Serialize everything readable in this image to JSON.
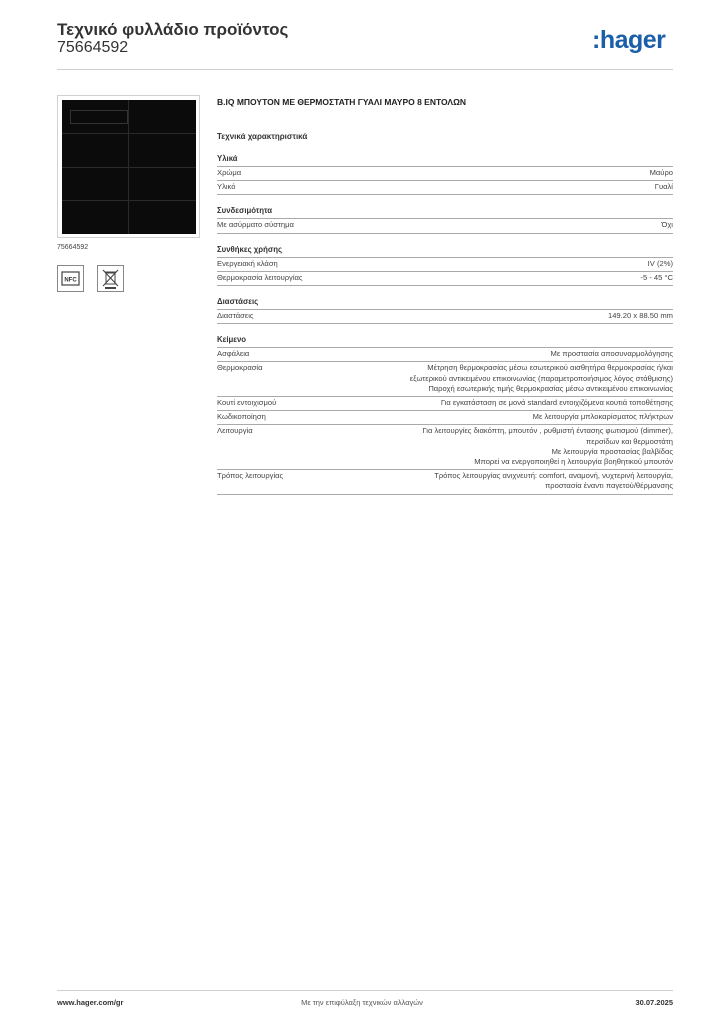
{
  "header": {
    "title": "Τεχνικό φυλλάδιο προϊόντος",
    "product_number": "75664592",
    "logo_text": ":hager",
    "brand_color": "#1b5fa8"
  },
  "product": {
    "code_label": "75664592",
    "name": "B.IQ ΜΠΟΥΤΟΝ ΜΕ ΘΕΡΜΟΣΤΑΤΗ ΓΥΑΛΙ ΜΑΥΡΟ 8 ΕΝΤΟΛΩΝ",
    "icons": [
      "nfc-icon",
      "weee-bin-icon"
    ],
    "nfc_text": "NFC"
  },
  "tech_heading": "Τεχνικά χαρακτηριστικά",
  "sections": [
    {
      "title": "Υλικά",
      "rows": [
        {
          "label": "Χρώμα",
          "value": [
            "Μαύρο"
          ]
        },
        {
          "label": "Υλικό",
          "value": [
            "Γυαλί"
          ]
        }
      ]
    },
    {
      "title": "Συνδεσιμότητα",
      "rows": [
        {
          "label": "Με ασύρματο σύστημα",
          "value": [
            "Όχι"
          ]
        }
      ]
    },
    {
      "title": "Συνθήκες χρήσης",
      "rows": [
        {
          "label": "Ενεργειακή κλάση",
          "value": [
            "IV (2%)"
          ]
        },
        {
          "label": "Θερμοκρασία λειτουργίας",
          "value": [
            "-5 - 45 °C"
          ]
        }
      ]
    },
    {
      "title": "Διαστάσεις",
      "rows": [
        {
          "label": "Διαστάσεις",
          "value": [
            "149.20 x 88.50 mm"
          ]
        }
      ]
    },
    {
      "title": "Κείμενο",
      "rows": [
        {
          "label": "Ασφάλεια",
          "value": [
            "Με προστασία αποσυναρμολόγησης"
          ]
        },
        {
          "label": "Θερμοκρασία",
          "value": [
            "Μέτρηση θερμοκρασίας μέσω εσωτερικού αισθητήρα θερμοκρασίας ή/και",
            "εξωτερικού αντικειμένου επικοινωνίας (παραμετροποιήσιμος λόγος στάθμισης)",
            "Παροχή εσωτερικής τιμής θερμοκρασίας μέσω αντικειμένου επικοινωνίας"
          ]
        },
        {
          "label": "Κουτί εντοιχισμού",
          "value": [
            "Για εγκατάσταση σε μονά standard εντοιχιζόμενα κουτιά τοποθέτησης"
          ]
        },
        {
          "label": "Κωδικοποίηση",
          "value": [
            "Με λειτουργία μπλοκαρίσματος πλήκτρων"
          ]
        },
        {
          "label": "Λειτουργία",
          "value": [
            "Για λειτουργίες διακόπτη, μπουτόν , ρυθμιστή έντασης φωτισμού (dimmer),",
            "περσίδων και θερμοστάτη",
            "Με λειτουργία προστασίας βαλβίδας",
            "Μπορεί να ενεργοποιηθεί η λειτουργία βοηθητικού μπουτόν"
          ]
        },
        {
          "label": "Τρόπος λειτουργίας",
          "value": [
            "Τρόπος λειτουργίας ανιχνευτή: comfort, αναμονή, νυχτερινή λειτουργία,",
            "προστασία έναντι παγετού/θέρμανσης"
          ]
        }
      ]
    }
  ],
  "footer": {
    "website": "www.hager.com/gr",
    "notice": "Με την επιφύλαξη τεχνικών αλλαγών",
    "date": "30.07.2025"
  }
}
